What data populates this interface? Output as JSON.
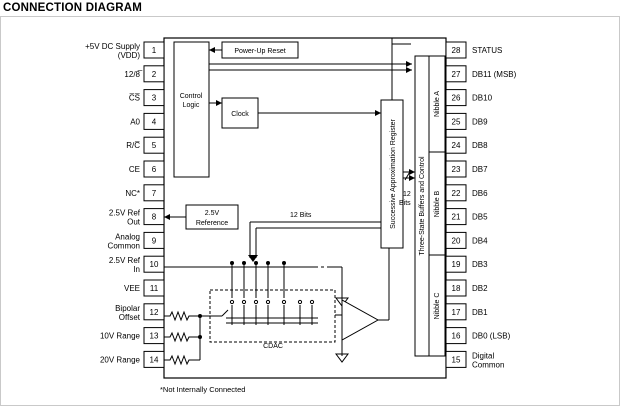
{
  "title": "CONNECTION DIAGRAM",
  "pins_left": [
    {
      "num": "1",
      "label": "+5V DC Supply",
      "label2": "(VDD)"
    },
    {
      "num": "2",
      "label": "12/8̅"
    },
    {
      "num": "3",
      "label": "C̅S̅"
    },
    {
      "num": "4",
      "label": "A0"
    },
    {
      "num": "5",
      "label": "R/C̅"
    },
    {
      "num": "6",
      "label": "CE"
    },
    {
      "num": "7",
      "label": "NC*"
    },
    {
      "num": "8",
      "label": "2.5V Ref",
      "label2": "Out"
    },
    {
      "num": "9",
      "label": "Analog",
      "label2": "Common"
    },
    {
      "num": "10",
      "label": "2.5V Ref",
      "label2": "In"
    },
    {
      "num": "11",
      "label": "VEE"
    },
    {
      "num": "12",
      "label": "Bipolar",
      "label2": "Offset"
    },
    {
      "num": "13",
      "label": "10V Range"
    },
    {
      "num": "14",
      "label": "20V Range"
    }
  ],
  "pins_right": [
    {
      "num": "28",
      "label": "STATUS"
    },
    {
      "num": "27",
      "label": "DB11 (MSB)"
    },
    {
      "num": "26",
      "label": "DB10"
    },
    {
      "num": "25",
      "label": "DB9"
    },
    {
      "num": "24",
      "label": "DB8"
    },
    {
      "num": "23",
      "label": "DB7"
    },
    {
      "num": "22",
      "label": "DB6"
    },
    {
      "num": "21",
      "label": "DB5"
    },
    {
      "num": "20",
      "label": "DB4"
    },
    {
      "num": "19",
      "label": "DB3"
    },
    {
      "num": "18",
      "label": "DB2"
    },
    {
      "num": "17",
      "label": "DB1"
    },
    {
      "num": "16",
      "label": "DB0 (LSB)"
    },
    {
      "num": "15",
      "label": "Digital",
      "label2": "Common"
    }
  ],
  "blocks": {
    "power_up_reset": "Power-Up Reset",
    "control_logic_1": "Control",
    "control_logic_2": "Logic",
    "clock": "Clock",
    "reference_1": "2.5V",
    "reference_2": "Reference",
    "sar": "Successive Approximation Register",
    "buffers": "Three-State Buffers and Control",
    "nibble_a": "Nibble A",
    "nibble_b": "Nibble B",
    "nibble_c": "Nibble C",
    "cdac": "CDAC"
  },
  "bus_labels": {
    "twelve_bits_h": "12 Bits",
    "twelve_bits_v1": "12",
    "twelve_bits_v2": "Bits"
  },
  "footnote": "*Not Internally Connected"
}
